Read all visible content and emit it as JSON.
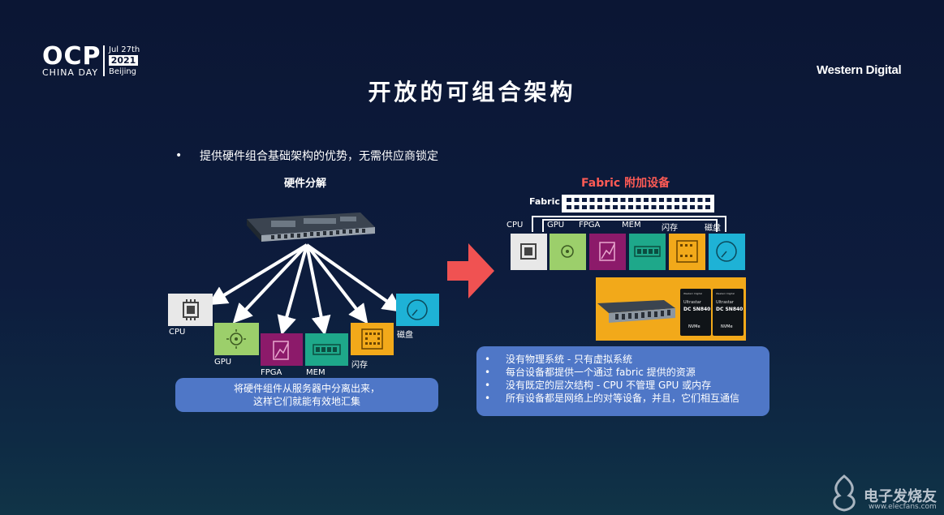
{
  "header": {
    "ocp": "OCP",
    "china_day": "CHINA DAY",
    "date": "Jul 27th",
    "year": "2021",
    "city": "Beijing",
    "brand": "Western Digital"
  },
  "title": "开放的可组合架构",
  "bullet": {
    "dot": "•",
    "text": "提供硬件组合基础架构的优势，无需供应商锁定"
  },
  "left": {
    "heading": "硬件分解",
    "labels": {
      "cpu": "CPU",
      "gpu": "GPU",
      "fpga": "FPGA",
      "mem": "MEM",
      "flash": "闪存",
      "disk": "磁盘"
    },
    "note_line1": "将硬件组件从服务器中分离出来，",
    "note_line2": "这样它们就能有效地汇集"
  },
  "right": {
    "heading": "Fabric 附加设备",
    "fabric_label": "Fabric",
    "labels": {
      "cpu": "CPU",
      "gpu": "GPU",
      "fpga": "FPGA",
      "mem": "MEM",
      "flash": "闪存",
      "disk": "磁盘"
    },
    "ssd_text": {
      "brand": "Western Digital",
      "model": "Ultrastar",
      "series": "DC SN840",
      "iface": "NVMe"
    },
    "points": [
      "没有物理系统 - 只有虚拟系统",
      "每台设备都提供一个通过 fabric 提供的资源",
      "没有既定的层次结构 - CPU 不管理 GPU 或内存",
      "所有设备都是网络上的对等设备，并且，它们相互通信"
    ],
    "point_dot": "•"
  },
  "watermark": {
    "name": "电子发烧友",
    "url": "www.elecfans.com"
  },
  "colors": {
    "bg": "#0b1634",
    "cpu": "#e8e8e8",
    "gpu": "#9ccf6b",
    "fpga": "#8c1a6a",
    "mem": "#1ea88a",
    "flash": "#f2a91a",
    "disk": "#1eb2d6",
    "accent_red": "#ff5b55",
    "box": "#4f77c7"
  }
}
